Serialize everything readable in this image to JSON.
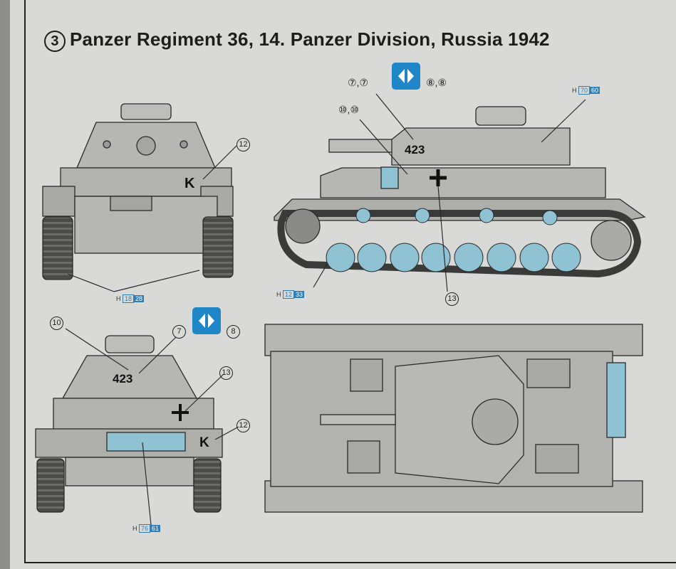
{
  "title": {
    "number": "3",
    "text": "Panzer Regiment 36, 14. Panzer Division, Russia 1942"
  },
  "callouts": {
    "front_12": "12",
    "side_top_7": "⑦,⑦",
    "side_top_8": "⑧,⑧",
    "side_10": "⑩,⑩",
    "side_13": "13",
    "rear_10": "10",
    "rear_7": "7",
    "rear_8": "8",
    "rear_13": "13",
    "rear_12": "12"
  },
  "markings": {
    "turret_number": "423",
    "rear_number": "423",
    "front_letter": "K",
    "rear_letter": "K"
  },
  "paint_refs": {
    "side_turret": {
      "prefix": "H",
      "code1": "70",
      "code2": "60"
    },
    "front_tracks": {
      "prefix": "H",
      "code1": "18",
      "code2": "28"
    },
    "side_tracks": {
      "prefix": "H",
      "code1": "12",
      "code2": "33"
    },
    "rear_plate": {
      "prefix": "H",
      "code1": "76",
      "code2": "61"
    }
  },
  "colors": {
    "vehicle_gray": "#b6b7b3",
    "accent_blue": "#8fc3d3",
    "mix_icon_blue": "#1f86c8",
    "line": "#2a2a2a"
  },
  "icons": {
    "mix_icon_top": "decal-swap-icon",
    "mix_icon_rear": "decal-swap-icon"
  }
}
